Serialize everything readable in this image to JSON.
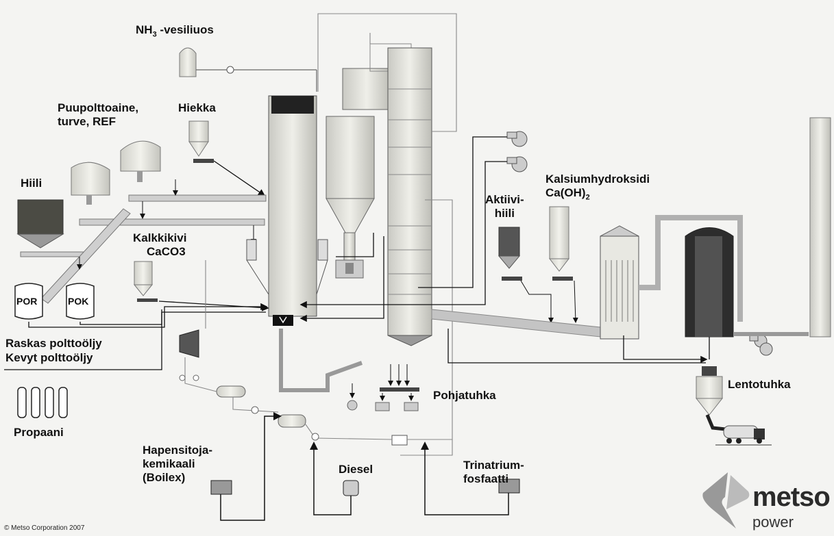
{
  "labels": {
    "nh3": "NH",
    "nh3_sub": "3",
    "nh3_rest": " -vesiliuos",
    "puu_line1": "Puupolttoaine,",
    "puu_line2": "turve, REF",
    "hiekka": "Hiekka",
    "hiili": "Hiili",
    "kalkkikivi_line1": "Kalkkikivi",
    "kalkkikivi_line2": "CaCO3",
    "por": "POR",
    "pok": "POK",
    "raskas": "Raskas polttoöljy",
    "kevyt": "Kevyt polttoöljy",
    "propaani": "Propaani",
    "aktiivi_line1": "Aktiivi-",
    "aktiivi_line2": "hiili",
    "kalsium_line1": "Kalsiumhydroksidi",
    "kalsium_line2": "Ca(OH)",
    "kalsium_sub": "2",
    "pohjatuhka": "Pohjatuhka",
    "lentotuhka": "Lentotuhka",
    "hapen_line1": "Hapensitoja-",
    "hapen_line2": "kemikaali",
    "hapen_line3": "(Boilex)",
    "diesel": "Diesel",
    "trinat_line1": "Trinatrium-",
    "trinat_line2": "fosfaatti"
  },
  "copyright": "© Metso Corporation 2007",
  "brand": {
    "name": "metso",
    "sub": "power",
    "color": "#2b2b2b"
  },
  "colors": {
    "line": "#111111",
    "duct": "#b8b8b8",
    "equipment": "#e6e6e0"
  }
}
